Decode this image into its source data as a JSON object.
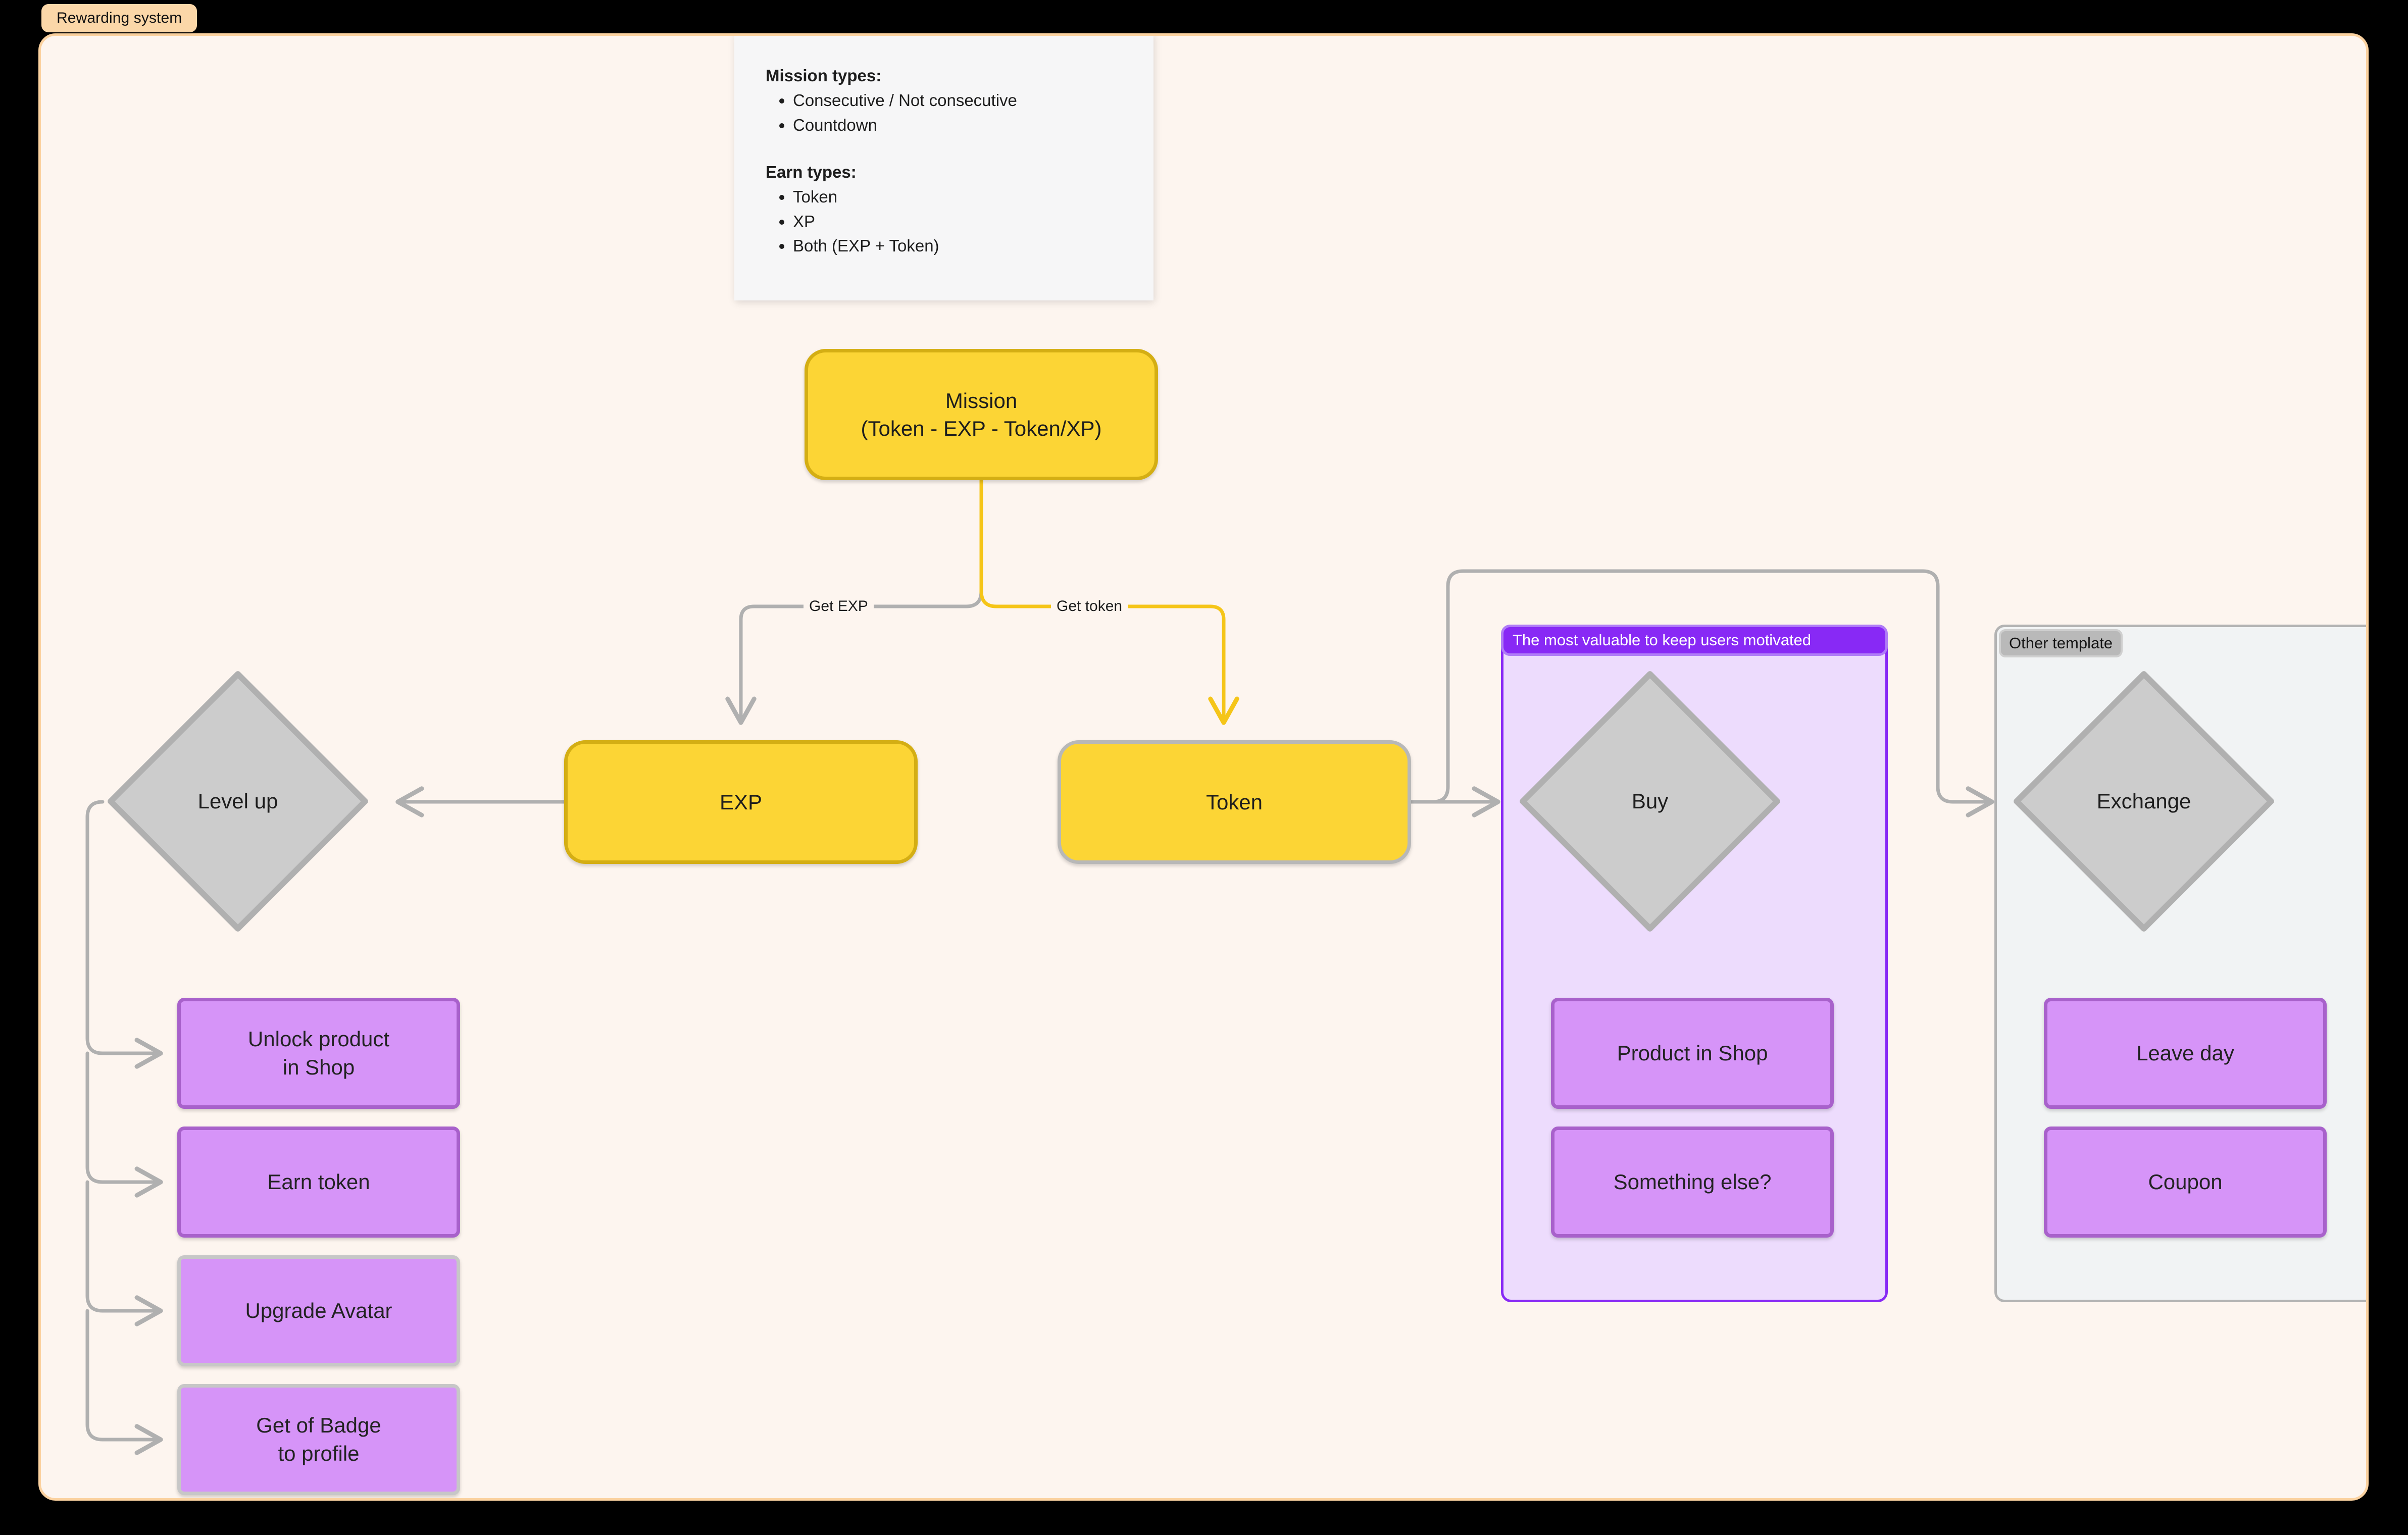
{
  "board": {
    "tab_label": "Rewarding system",
    "canvas_bg": "#fdf5ef",
    "canvas_border": "#fbd2a0",
    "page_bg": "#000000"
  },
  "note": {
    "heading_1": "Mission types:",
    "items_1": [
      "Consecutive / Not consecutive",
      "Countdown"
    ],
    "heading_2": "Earn types:",
    "items_2": [
      "Token",
      "XP",
      "Both (EXP + Token)"
    ]
  },
  "nodes": {
    "mission": {
      "line1": "Mission",
      "line2": "(Token - EXP - Token/XP)",
      "fill": "#fcd535",
      "stroke": "#d4ae14"
    },
    "exp": {
      "label": "EXP",
      "fill": "#fcd535",
      "stroke": "#d4ae14"
    },
    "token": {
      "label": "Token",
      "fill": "#fcd535",
      "stroke": "#b8b8b8"
    },
    "level_up": {
      "label": "Level up",
      "fill": "#cccccc",
      "stroke": "#b0b0b0"
    },
    "buy": {
      "label": "Buy",
      "fill": "#cccccc",
      "stroke": "#b0b0b0"
    },
    "exchange": {
      "label": "Exchange",
      "fill": "#cccccc",
      "stroke": "#b0b0b0"
    }
  },
  "edges": {
    "get_exp_label": "Get EXP",
    "get_token_label": "Get token",
    "gray_color": "#b0b0b0",
    "yellow_color": "#f5c518"
  },
  "level_up_outcomes": [
    {
      "line1": "Unlock product",
      "line2": "in Shop",
      "border": "#a861cb"
    },
    {
      "line1": "Earn token",
      "line2": "",
      "border": "#a861cb"
    },
    {
      "line1": "Upgrade Avatar",
      "line2": "",
      "border": "#c7c7c7"
    },
    {
      "line1": "Get of Badge",
      "line2": "to profile",
      "border": "#c7c7c7"
    }
  ],
  "groups": {
    "purple": {
      "title": "The most valuable to keep users motivated",
      "bg": "#eddcfd",
      "border": "#8829f5",
      "header_bg": "#8829f5",
      "items": [
        {
          "label": "Product in Shop"
        },
        {
          "label": "Something else?"
        }
      ]
    },
    "gray": {
      "title": "Other template",
      "bg": "#f1f3f4",
      "border": "#b3b3b3",
      "badge_bg": "#b9b9b9",
      "items": [
        {
          "label": "Leave day"
        },
        {
          "label": "Coupon"
        }
      ]
    }
  }
}
